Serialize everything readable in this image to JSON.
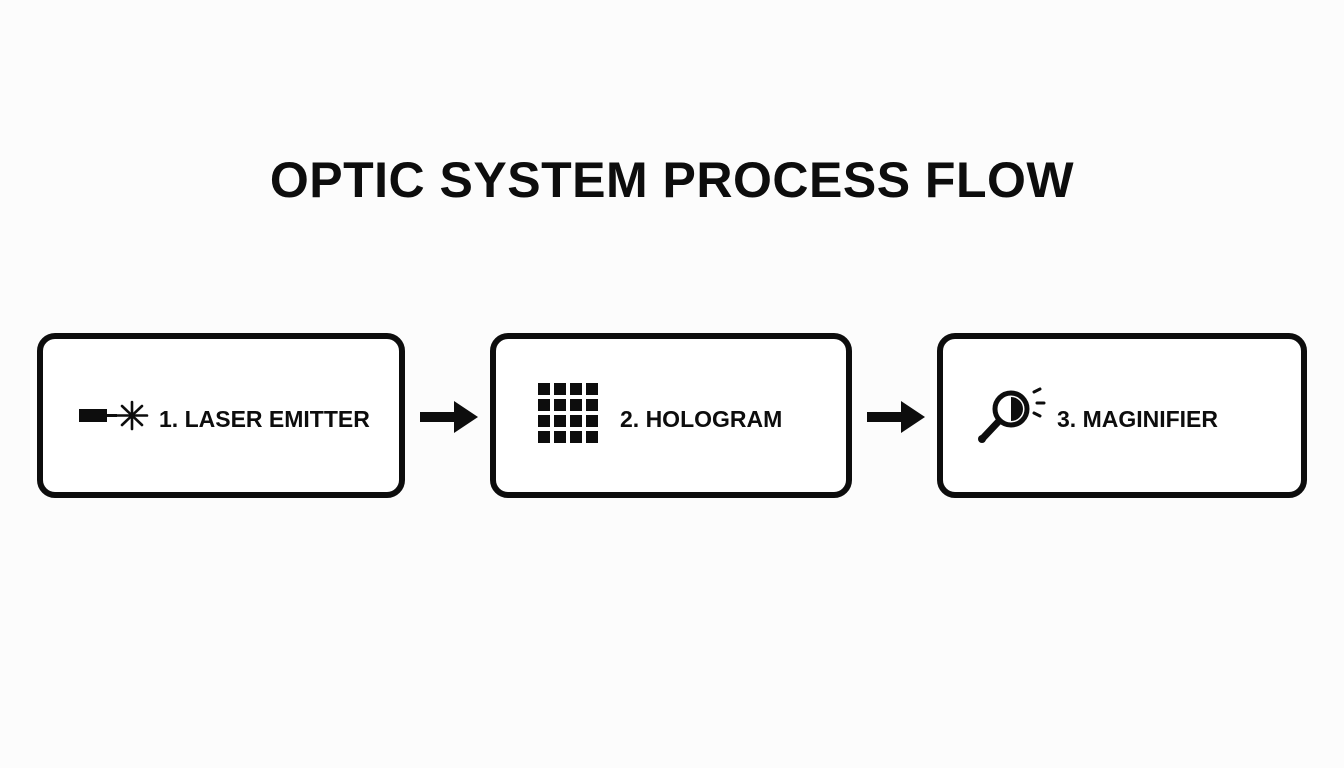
{
  "diagram": {
    "title": "OPTIC SYSTEM PROCESS FLOW",
    "steps": [
      {
        "label": "1. LASER EMITTER",
        "icon": "laser-emitter-icon"
      },
      {
        "label": "2. HOLOGRAM",
        "icon": "hologram-grid-icon"
      },
      {
        "label": "3. MAGINIFIER",
        "icon": "magnifier-icon"
      }
    ],
    "connectors": [
      "arrow-right",
      "arrow-right"
    ],
    "colors": {
      "background": "#fcfcfc",
      "ink": "#0d0d0d",
      "box_fill": "#ffffff"
    }
  }
}
